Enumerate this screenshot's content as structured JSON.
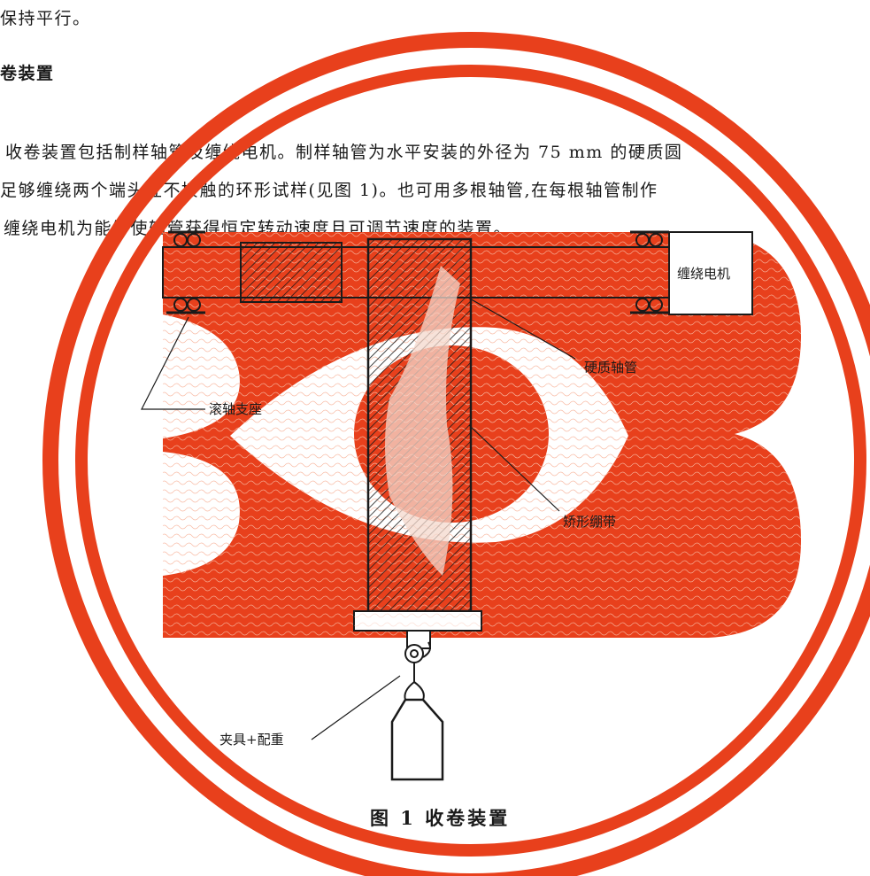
{
  "text": {
    "line0": "保持平行。",
    "heading": "卷装置",
    "para1": "收卷装置包括制样轴管及缠绕电机。制样轴管为水平安装的外径为 75 mm 的硬质圆",
    "para2": "足够缠绕两个端头互不接触的环形试样(见图 1)。也可用多根轴管,在每根轴管制作",
    "para3": "缠绕电机为能够使轴管获得恒定转动速度且可调节速度的装置。"
  },
  "figure": {
    "labels": {
      "motor": "缠绕电机",
      "tube": "硬质轴管",
      "bearing": "滚轴支座",
      "strap": "矫形绷带",
      "clamp": "夹具+配重"
    },
    "caption": "图 1    收卷装置"
  },
  "colors": {
    "watermark_red": "#e8401c",
    "ink": "#1a1a1a"
  }
}
